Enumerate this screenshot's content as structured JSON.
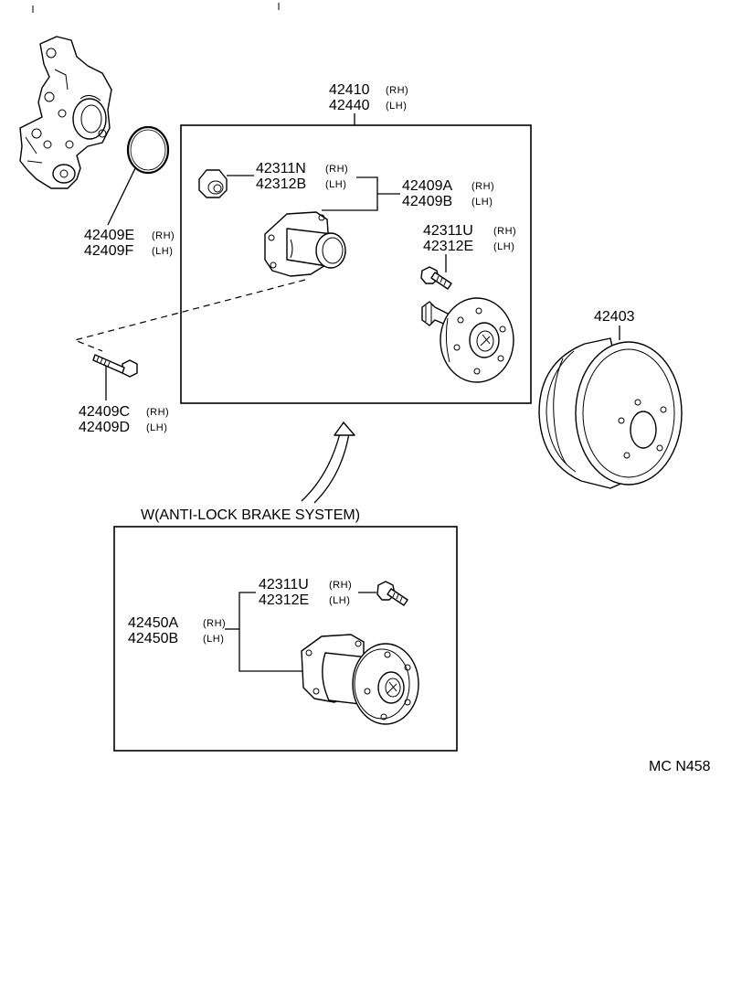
{
  "labels": {
    "hub_assy_rh": "42410",
    "hub_assy_lh": "42440",
    "nut_rh": "42311N",
    "nut_lh": "42312B",
    "bearing_rh": "42409A",
    "bearing_lh": "42409B",
    "bolt_hub_rh": "42311U",
    "bolt_hub_lh": "42312E",
    "oring_rh": "42409E",
    "oring_lh": "42409F",
    "bolt_rh": "42409C",
    "bolt_lh": "42409D",
    "drum": "42403",
    "abs_title": "W(ANTI-LOCK  BRAKE  SYSTEM)",
    "abs_bolt_rh": "42311U",
    "abs_bolt_lh": "42312E",
    "abs_hub_rh": "42450A",
    "abs_hub_lh": "42450B",
    "diagram_code": "MC N458"
  },
  "suffix": {
    "rh": "(RH)",
    "lh": "(LH)"
  },
  "icons": [
    "knuckle-icon",
    "o-ring-icon",
    "hub-nut-icon",
    "bearing-housing-icon",
    "hub-bolt-icon",
    "axle-hub-icon",
    "mount-bolt-icon",
    "brake-drum-icon",
    "abs-hub-bearing-icon"
  ]
}
